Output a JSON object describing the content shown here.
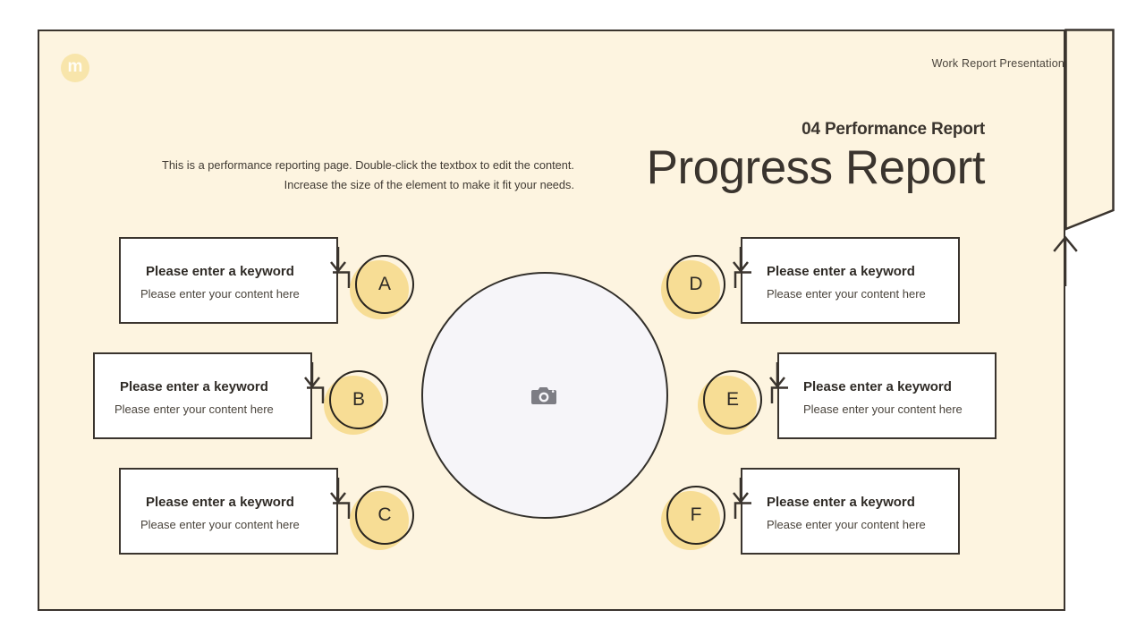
{
  "slide": {
    "logo_letter": "m",
    "kicker": "Work Report Presentation",
    "eyebrow": "04 Performance Report",
    "title": "Progress Report",
    "subtitle_line1": "This is a performance reporting page. Double-click the textbox to edit the content.",
    "subtitle_line2": "Increase the size of the element to make it fit your needs.",
    "center_placeholder_icon": "camera-icon"
  },
  "colors": {
    "page_bg": "#ffffff",
    "frame_bg": "#fdf4e0",
    "outline": "#3a342e",
    "accent_yellow": "#f7dd95",
    "logo_yellow": "#f8e5ab",
    "card_bg": "#ffffff",
    "center_fill": "#f6f5f9",
    "text_dark": "#2f2b26",
    "text_muted": "#4a443c"
  },
  "items": [
    {
      "badge": "A",
      "keyword": "Please enter a keyword",
      "content": "Please enter your content here",
      "side": "left"
    },
    {
      "badge": "B",
      "keyword": "Please enter a keyword",
      "content": "Please enter your content here",
      "side": "left"
    },
    {
      "badge": "C",
      "keyword": "Please enter a keyword",
      "content": "Please enter your content here",
      "side": "left"
    },
    {
      "badge": "D",
      "keyword": "Please enter a keyword",
      "content": "Please enter your content here",
      "side": "right"
    },
    {
      "badge": "E",
      "keyword": "Please enter a keyword",
      "content": "Please enter your content here",
      "side": "right"
    },
    {
      "badge": "F",
      "keyword": "Please enter a keyword",
      "content": "Please enter your content here",
      "side": "right"
    }
  ],
  "decor": {
    "ribbon_icon": "bookmark-ribbon-shape",
    "up_arrow_icon": "arrow-up-icon"
  }
}
